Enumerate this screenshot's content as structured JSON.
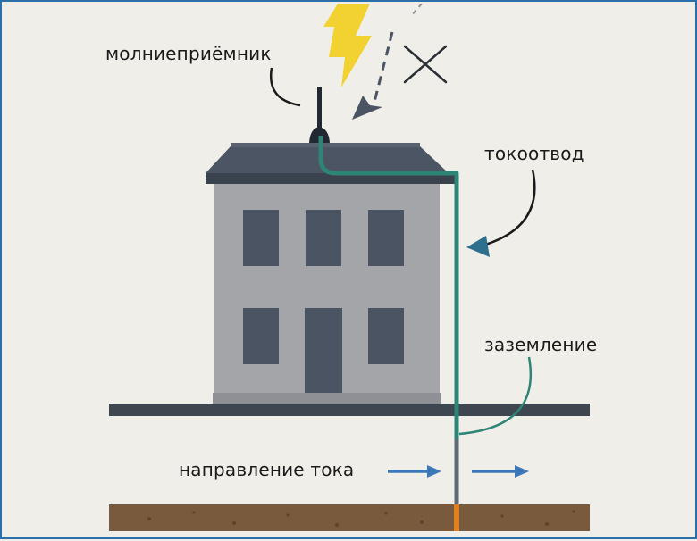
{
  "labels": {
    "air_terminal": "молниеприёмник",
    "down_conductor": "токоотвод",
    "grounding": "заземление",
    "current_direction": "направление тока"
  },
  "colors": {
    "background": "#f0eee9",
    "border": "#2a6fa8",
    "lightning": "#f2d230",
    "roof": "#4c5563",
    "wall": "#a3a5a9",
    "window": "#4a5462",
    "conductor": "#2e8575",
    "arrow_blue": "#3a78b8",
    "soil": "#7a5a3c",
    "ground_rod": "#e08020"
  },
  "icons": [
    "lightning-bolt-icon",
    "cross-icon",
    "dashed-arrow-icon"
  ]
}
